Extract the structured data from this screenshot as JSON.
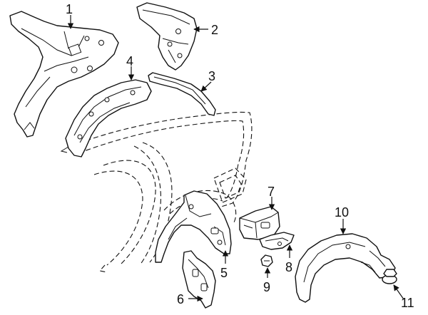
{
  "diagram": {
    "callouts": [
      {
        "label": "1"
      },
      {
        "label": "2"
      },
      {
        "label": "3"
      },
      {
        "label": "4"
      },
      {
        "label": "5"
      },
      {
        "label": "6"
      },
      {
        "label": "7"
      },
      {
        "label": "8"
      },
      {
        "label": "9"
      },
      {
        "label": "10"
      },
      {
        "label": "11"
      }
    ]
  }
}
